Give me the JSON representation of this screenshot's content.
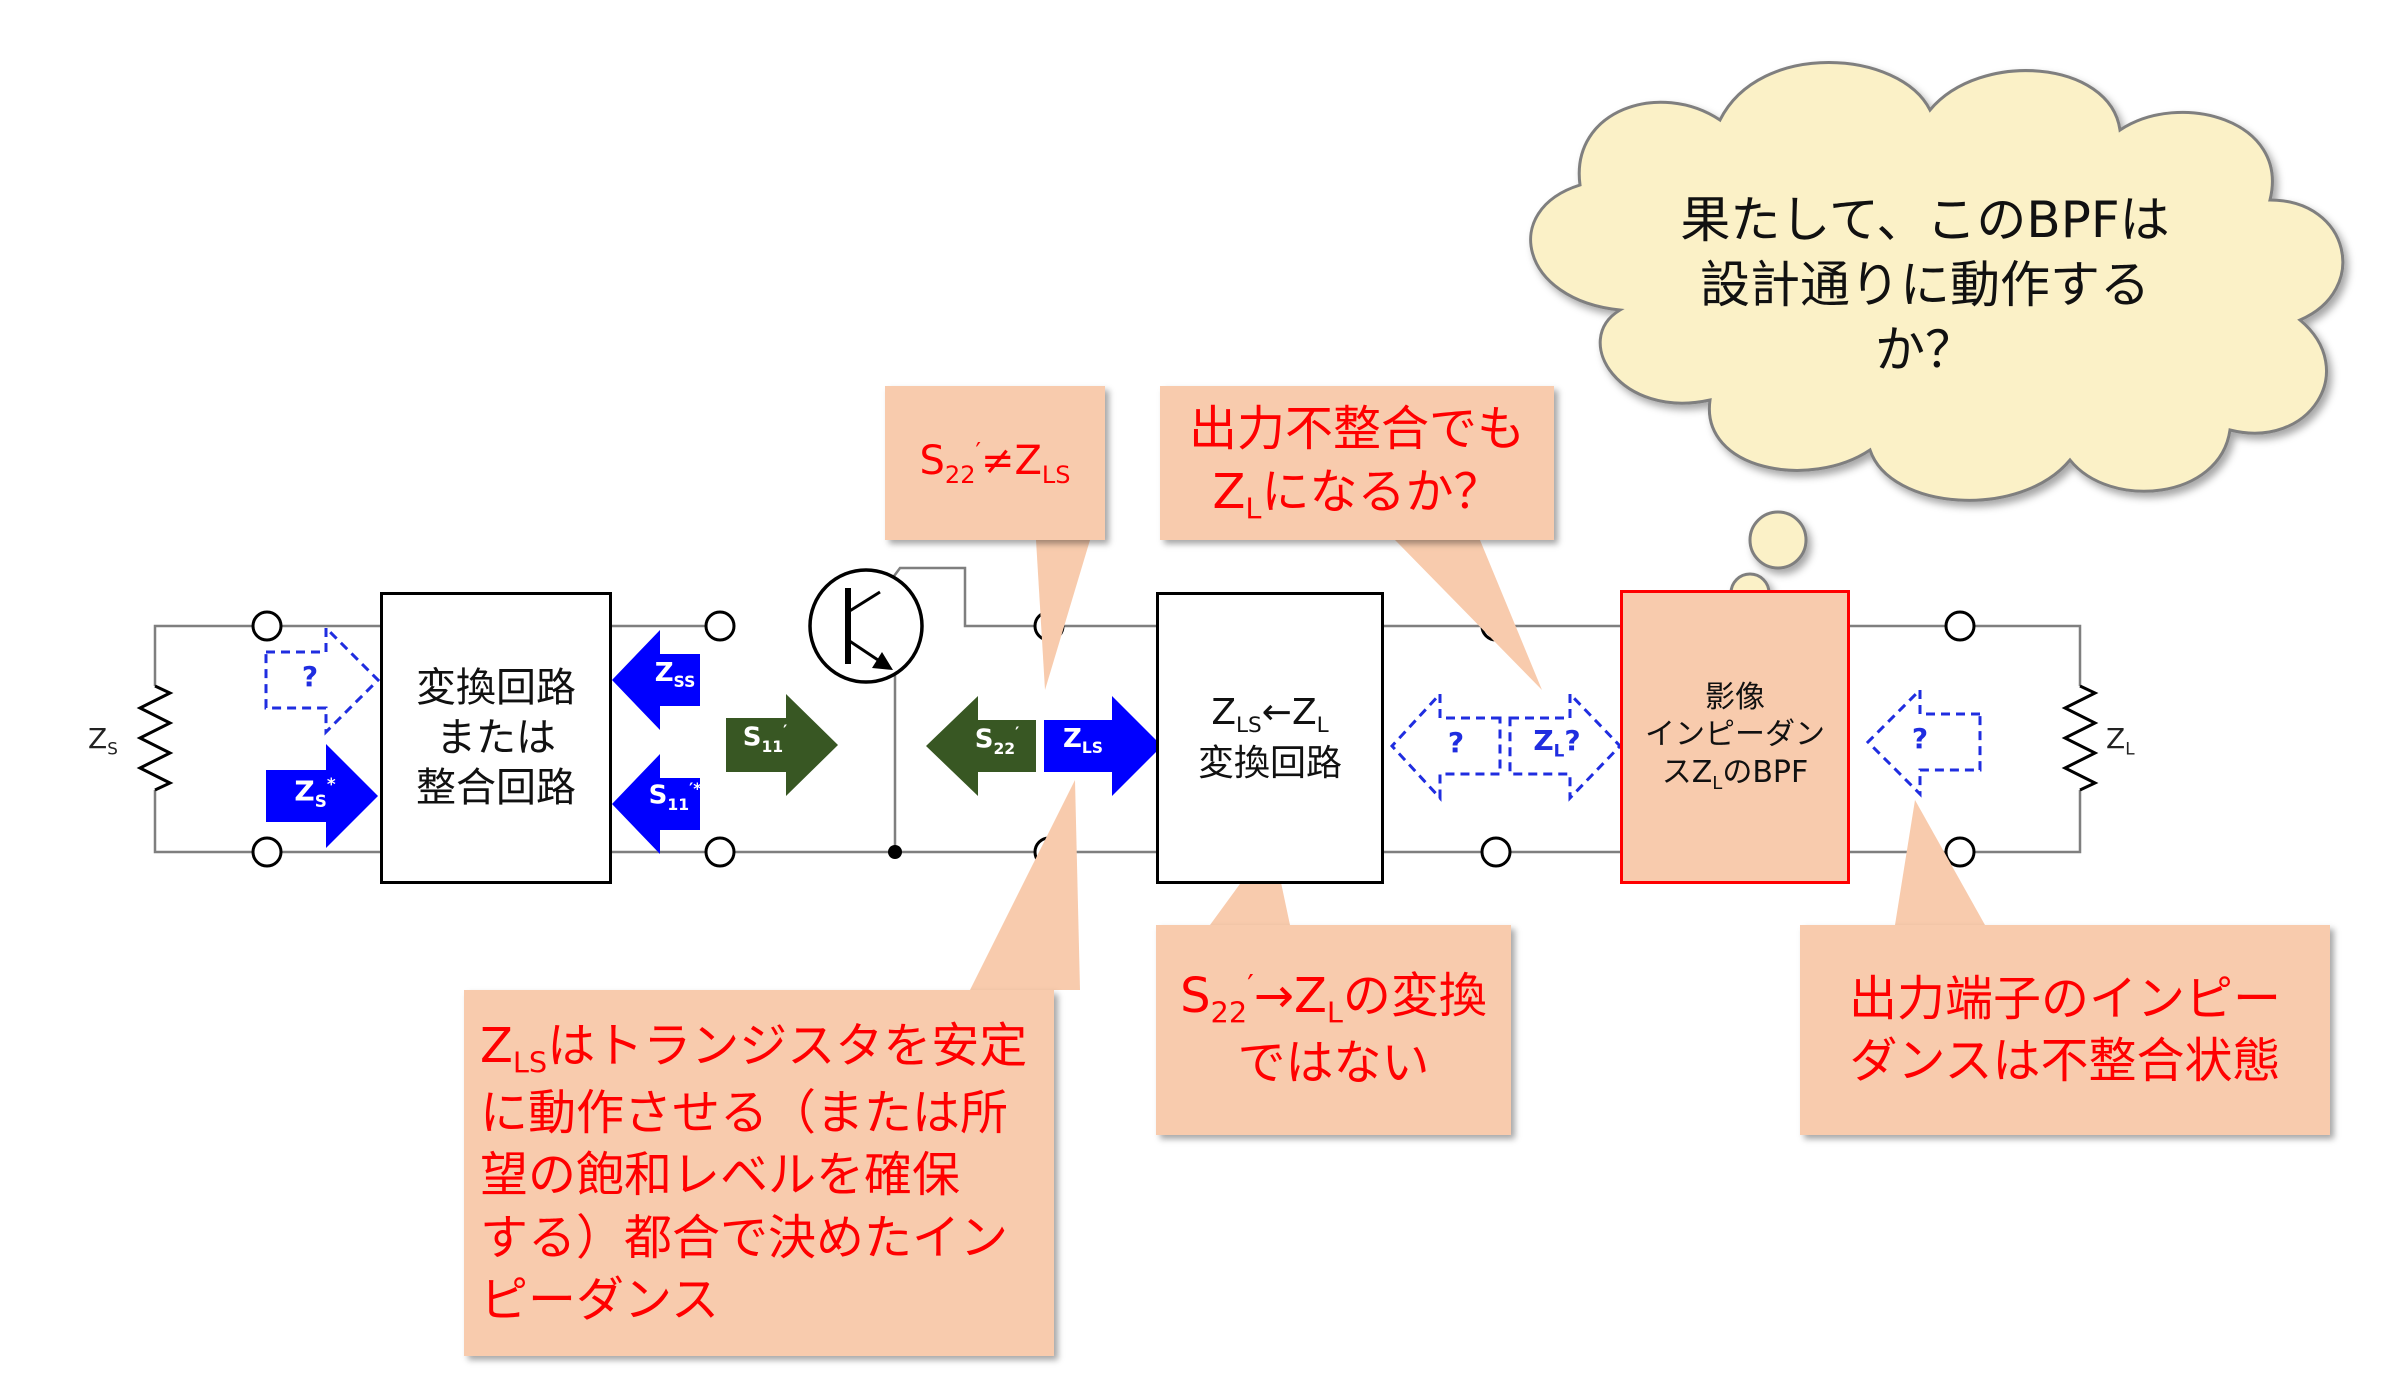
{
  "colors": {
    "wire": "#7f7f7f",
    "blue_arrow": "#0000ff",
    "green_arrow": "#385723",
    "dashed_blue": "#1f2de0",
    "callout_fill": "#f8cbad",
    "callout_text": "#ff0000",
    "bpf_border": "#ff0000",
    "cloud_fill": "#fbf1c7"
  },
  "source": {
    "main": "Z",
    "sub": "S"
  },
  "load": {
    "main": "Z",
    "sub": "L"
  },
  "arrows": {
    "q_source": "?",
    "zs_conj_main": "Z",
    "zs_conj_sub": "S",
    "zs_conj_sup": "*",
    "zss_main": "Z",
    "zss_sub": "SS",
    "s11c_main": "S",
    "s11c_sub": "11",
    "s11c_sup": "′*",
    "s11p_main": "S",
    "s11p_sub": "11",
    "s11p_sup": "′",
    "s22p_main": "S",
    "s22p_sub": "22",
    "s22p_sup": "′",
    "zls_main": "Z",
    "zls_sub": "LS",
    "q_left": "?",
    "zlq_main": "Z",
    "zlq_sub": "L",
    "zlq_q": "?",
    "q_load": "?"
  },
  "blocks": {
    "matching": {
      "lines": [
        "変換回路",
        "または",
        "整合回路"
      ]
    },
    "converter": {
      "z1": "Z",
      "z1_sub": "LS",
      "arrow": "←",
      "z2": "Z",
      "z2_sub": "L",
      "line2": "変換回路"
    },
    "bpf": {
      "line1": "影像",
      "line2": "インピーダン",
      "line3_pre": "ス",
      "z": "Z",
      "z_sub": "L",
      "line3_post": "のBPF"
    }
  },
  "callouts": {
    "s22_neq": {
      "s": "S",
      "s_sub": "22",
      "s_sup": "′",
      "neq": "≠",
      "z": "Z",
      "z_sub": "LS"
    },
    "mismatch": {
      "line1": "出力不整合でも",
      "z": "Z",
      "z_sub": "L",
      "line2_post": "になるか？"
    },
    "zls_desc": {
      "z": "Z",
      "z_sub": "LS",
      "line1_post": "はトランジスタを安定",
      "line2": "に動作させる（または所",
      "line3": "望の飽和レベルを確保",
      "line4": "する）都合で決めたイン",
      "line5": "ピーダンス"
    },
    "not_conv": {
      "s": "S",
      "s_sub": "22",
      "s_sup": "′",
      "arrow": "→",
      "z": "Z",
      "z_sub": "L",
      "line1_post": "の変換",
      "line2": "ではない"
    },
    "output_term": {
      "line1": "出力端子のインピー",
      "line2": "ダンスは不整合状態"
    }
  },
  "cloud": {
    "line1": "果たして、このBPFは",
    "line2": "設計通りに動作する",
    "line3": "か？"
  }
}
